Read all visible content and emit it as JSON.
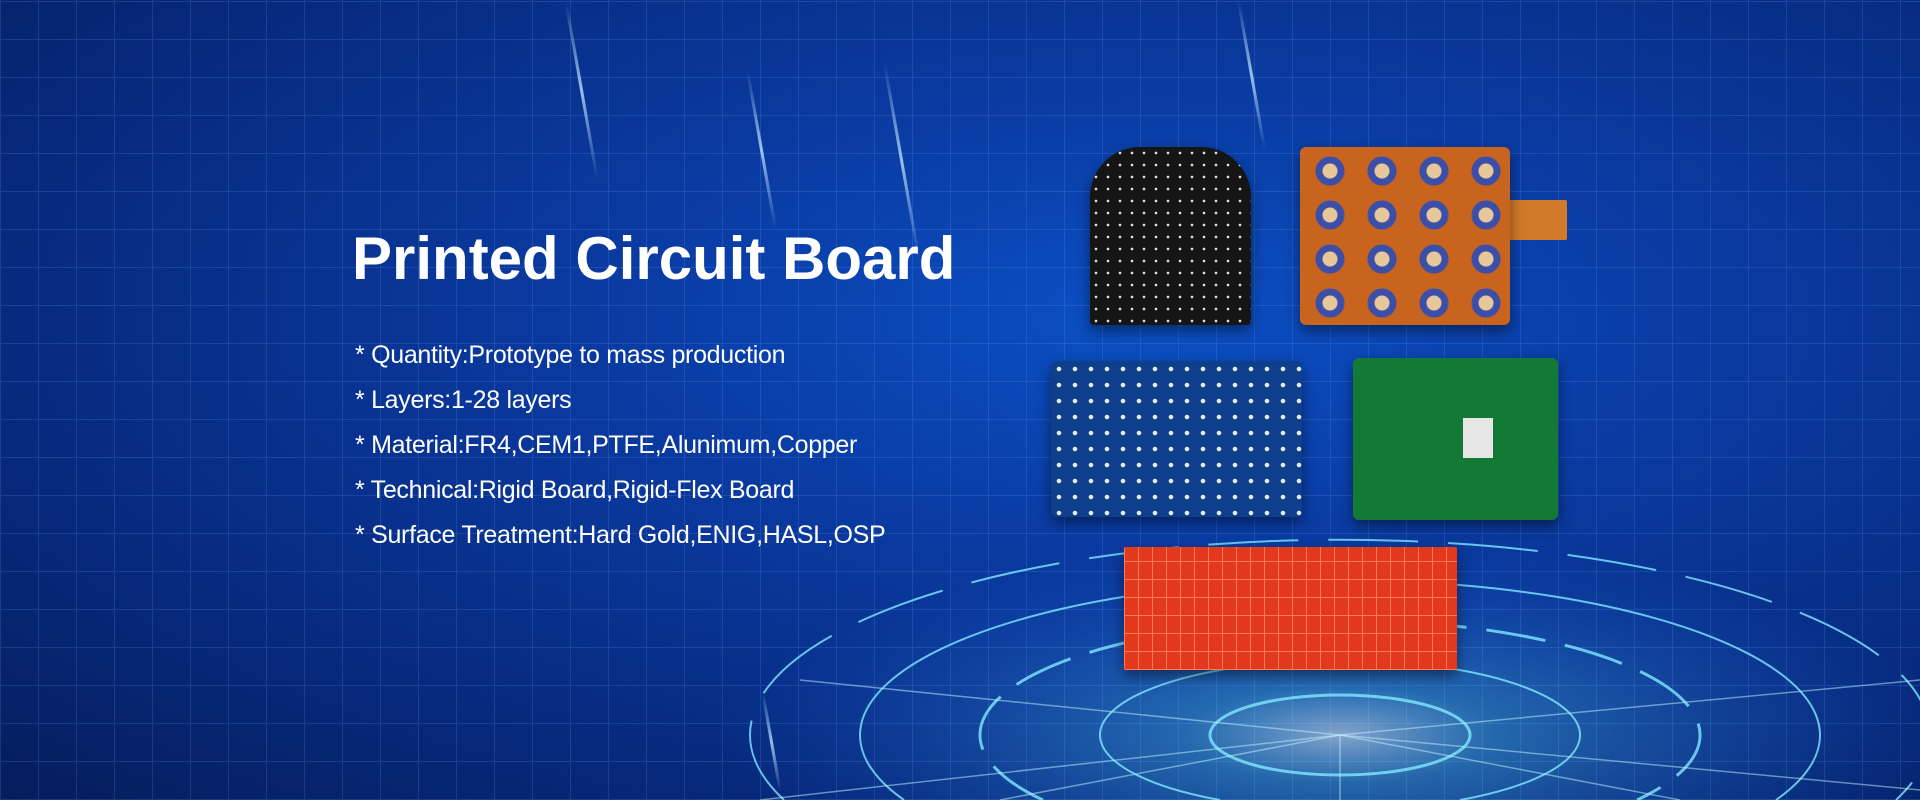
{
  "banner": {
    "title": "Printed Circuit Board",
    "features": [
      "* Quantity:Prototype to mass production",
      "* Layers:1-28 layers",
      "* Material:FR4,CEM1,PTFE,Alunimum,Copper",
      "* Technical:Rigid Board,Rigid-Flex Board",
      "* Surface Treatment:Hard Gold,ENIG,HASL,OSP"
    ]
  },
  "colors": {
    "background": "#0a3aa0",
    "glow": "#5fe0ff",
    "text": "#ffffff"
  }
}
